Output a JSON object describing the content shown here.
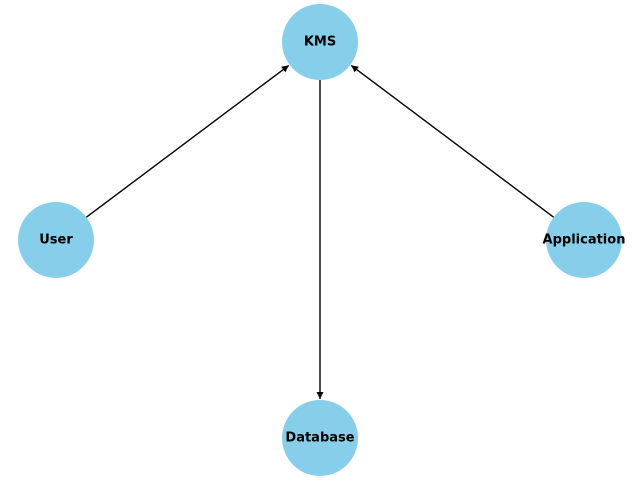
{
  "diagram": {
    "type": "directed-graph",
    "node_color": "#87ceeb",
    "edge_color": "#000000",
    "nodes": [
      {
        "id": "kms",
        "label": "KMS"
      },
      {
        "id": "user",
        "label": "User"
      },
      {
        "id": "application",
        "label": "Application"
      },
      {
        "id": "database",
        "label": "Database"
      }
    ],
    "edges": [
      {
        "from": "user",
        "to": "kms"
      },
      {
        "from": "application",
        "to": "kms"
      },
      {
        "from": "kms",
        "to": "database"
      }
    ]
  }
}
